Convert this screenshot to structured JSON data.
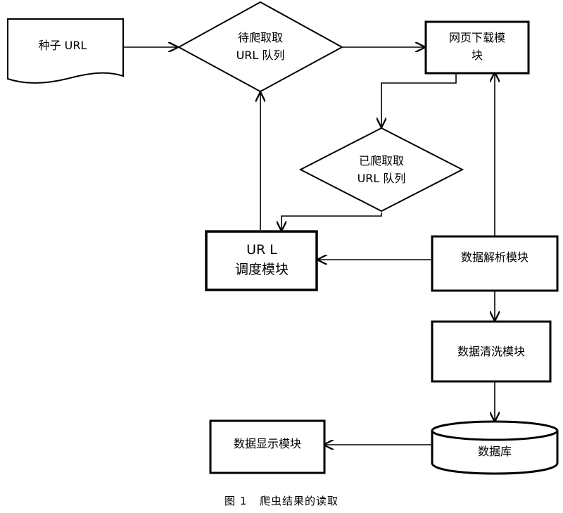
{
  "nodes": {
    "seed_url": "种子 URL",
    "pending_queue": [
      "待爬取取",
      "URL 队列"
    ],
    "download_module": [
      "网页下载模",
      "块"
    ],
    "crawled_queue": [
      "已爬取取",
      "URL 队列"
    ],
    "url_scheduler": [
      "UR L",
      "调度模块"
    ],
    "parse_module": "数据解析模块",
    "clean_module": "数据清洗模块",
    "database": "数据库",
    "display_module": "数据显示模块"
  },
  "caption": {
    "figure_number": "图 1",
    "title": "爬虫结果的读取"
  }
}
